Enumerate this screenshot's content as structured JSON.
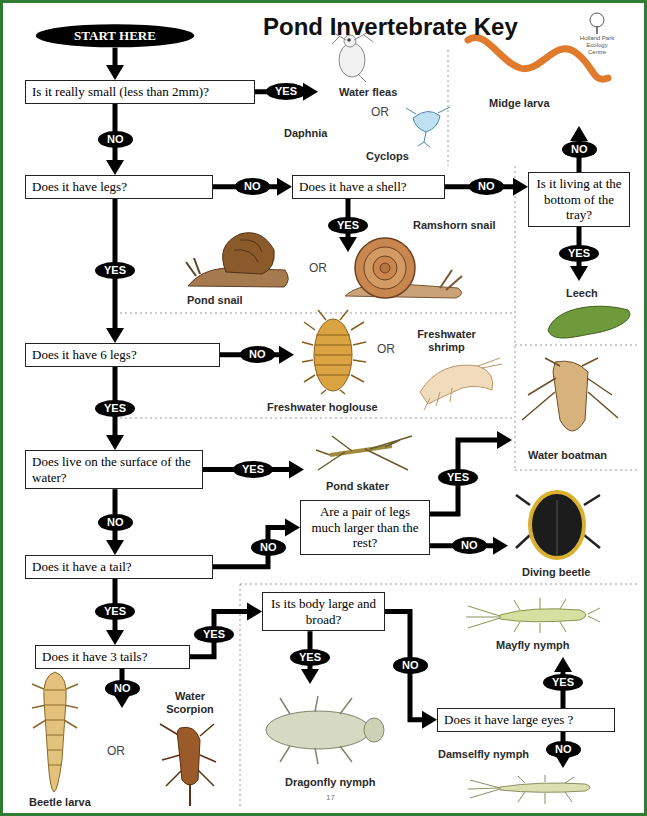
{
  "diagram": {
    "title": "Pond Invertebrate Key",
    "nodes": [
      {
        "text": [
          "START HERE"
        ]
      },
      {
        "text": [
          "Is it really small (less than 2mm)?"
        ]
      },
      {
        "text": [
          "Does it have legs?"
        ]
      },
      {
        "text": [
          "Does it have a shell?"
        ]
      },
      {
        "text": [
          "Is it living at the bottom of the tray?"
        ]
      },
      {
        "text": [
          "Does it have 6 legs?"
        ]
      },
      {
        "text": [
          "Does live on the surface of the water?"
        ]
      },
      {
        "text": [
          "Does it have a tail?"
        ]
      },
      {
        "text": [
          "Are a pair of legs much larger than the rest?"
        ]
      },
      {
        "text": [
          "Does it have 3 tails?"
        ]
      },
      {
        "text": [
          "Is its body large and broad?"
        ]
      },
      {
        "text": [
          "Does it have large eyes ?"
        ]
      }
    ],
    "edges": [
      {
        "from": 0,
        "to": 1,
        "arrow": "to"
      },
      {
        "from": 1,
        "to": 2,
        "label": "NO",
        "arrow": "to"
      },
      {
        "from": 2,
        "to": 3,
        "label": "NO",
        "arrow": "to"
      },
      {
        "from": 3,
        "to": 4,
        "label": "NO",
        "arrow": "to"
      },
      {
        "from": 2,
        "to": 5,
        "label": "YES",
        "arrow": "to"
      },
      {
        "from": 5,
        "to": 6,
        "label": "YES",
        "arrow": "to"
      },
      {
        "from": 6,
        "to": 7,
        "label": "NO",
        "arrow": "to"
      },
      {
        "from": 7,
        "to": 8,
        "label": "NO",
        "arrow": "to"
      },
      {
        "from": 7,
        "to": 9,
        "label": "YES",
        "arrow": "to"
      },
      {
        "from": 9,
        "to": 10,
        "label": "YES",
        "arrow": "to"
      },
      {
        "from": 10,
        "to": 11,
        "label": "NO",
        "arrow": "to"
      }
    ],
    "labels": [
      "Holland Park Ecology Centre",
      "YES",
      "Water fleas",
      "OR",
      "Daphnia",
      "Cyclops",
      "Midge larva",
      "NO",
      "YES",
      "Ramshorn snail",
      "Pond snail",
      "OR",
      "YES",
      "Leech",
      "NO",
      "OR",
      "Freshwater shrimp",
      "Freshwater hoglouse",
      "Water boatman",
      "YES",
      "Pond skater",
      "YES",
      "NO",
      "Diving beetle",
      "Mayfly nymph",
      "YES",
      "YES",
      "Water Scorpion",
      "NO",
      "OR",
      "NO",
      "Damselfly nymph",
      "Dragonfly nymph",
      "17",
      "Beetle larva"
    ]
  }
}
